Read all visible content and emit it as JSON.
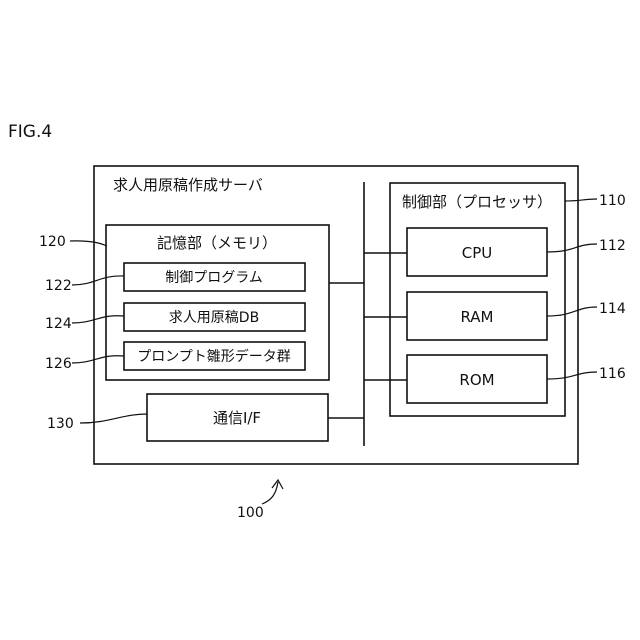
{
  "figure_label": "FIG.4",
  "server": {
    "title": "求人用原稿作成サーバ",
    "ref": "100"
  },
  "storage": {
    "title": "記憶部（メモリ）",
    "ref": "120",
    "items": [
      {
        "label": "制御プログラム",
        "ref": "122"
      },
      {
        "label": "求人用原稿DB",
        "ref": "124"
      },
      {
        "label": "プロンプト雛形データ群",
        "ref": "126"
      }
    ]
  },
  "comm": {
    "label": "通信I/F",
    "ref": "130"
  },
  "controller": {
    "title": "制御部（プロセッサ）",
    "ref": "110",
    "items": [
      {
        "label": "CPU",
        "ref": "112"
      },
      {
        "label": "RAM",
        "ref": "114"
      },
      {
        "label": "ROM",
        "ref": "116"
      }
    ]
  }
}
